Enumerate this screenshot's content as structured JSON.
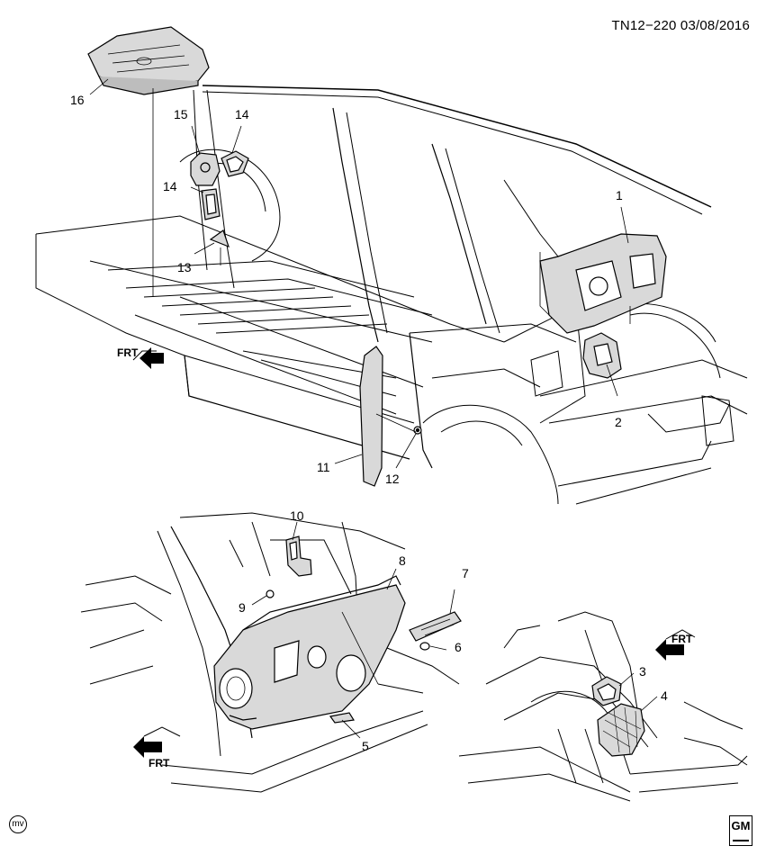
{
  "header": {
    "code": "TN12−220",
    "date": "03/08/2016"
  },
  "callouts": [
    "1",
    "2",
    "3",
    "4",
    "5",
    "6",
    "7",
    "8",
    "9",
    "10",
    "11",
    "12",
    "13",
    "14",
    "14",
    "15",
    "16"
  ],
  "frt_labels": [
    "FRT",
    "FRT",
    "FRT"
  ],
  "footer": {
    "mv_mark": "mv",
    "logo_text": "GM"
  },
  "colors": {
    "line": "#000000",
    "background": "#ffffff",
    "part_fill": "#d9d9d9"
  }
}
